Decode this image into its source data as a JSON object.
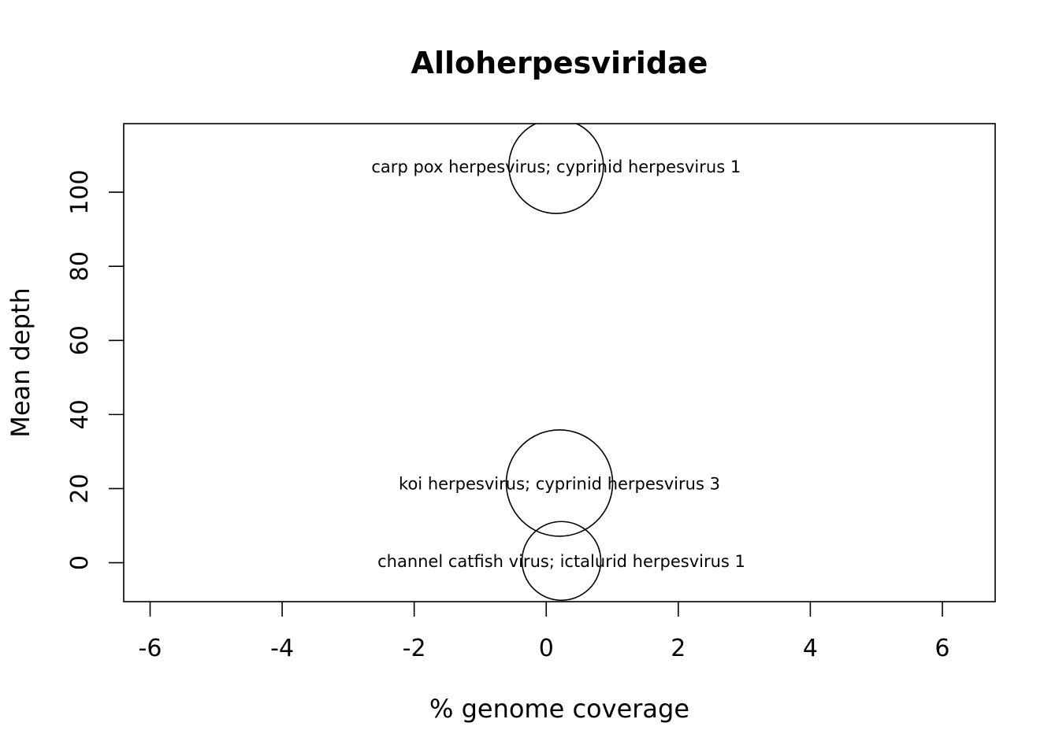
{
  "chart_data": {
    "type": "scatter",
    "title": "Alloherpesviridae",
    "xlabel": "% genome coverage",
    "ylabel": "Mean depth",
    "xlim": [
      -6.4,
      6.8
    ],
    "ylim": [
      -10.5,
      118.5
    ],
    "xticks": [
      -6,
      -4,
      -2,
      0,
      2,
      4,
      6
    ],
    "yticks": [
      0,
      20,
      40,
      60,
      80,
      100
    ],
    "grid": false,
    "legend": "none",
    "series": [
      {
        "points": [
          {
            "x": 0.15,
            "y": 107,
            "size": 1.2,
            "label": "carp pox herpesvirus; cyprinid herpesvirus 1"
          },
          {
            "x": 0.2,
            "y": 21.5,
            "size": 1.35,
            "label": "koi herpesvirus; cyprinid herpesvirus 3"
          },
          {
            "x": 0.23,
            "y": 0.5,
            "size": 1.0,
            "label": "channel catfish virus; ictalurid herpesvirus 1"
          }
        ]
      }
    ],
    "colors": {
      "stroke": "#000000",
      "background": "#ffffff"
    }
  }
}
